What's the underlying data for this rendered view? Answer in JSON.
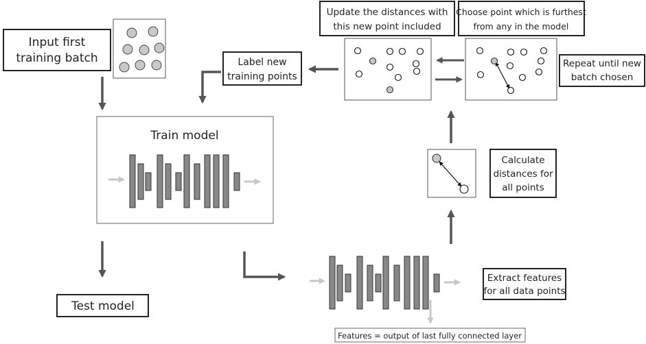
{
  "labels": {
    "input_batch": [
      "Input first",
      "training batch"
    ],
    "train_model": "Train model",
    "test_model": "Test model",
    "label_points": [
      "Label new",
      "training points"
    ],
    "update_distances": [
      "Update the distances with",
      "this new point included"
    ],
    "choose_point": [
      "Choose point which is furthest",
      "from any in the model"
    ],
    "repeat_until": [
      "Repeat until new",
      "batch chosen"
    ],
    "calculate_distances": [
      "Calculate",
      "distances for",
      "all points"
    ],
    "extract_features": [
      "Extract features",
      "for all data points"
    ],
    "features_note": "Features = output of last fully connected layer"
  },
  "colors": {
    "box_border": "#222222",
    "panel_border": "#555555",
    "arrow_dark": "#555555",
    "arrow_light": "#c8c8c8",
    "circle_fill_gray": "#c8c8c8",
    "layer_fill": "#888888"
  }
}
